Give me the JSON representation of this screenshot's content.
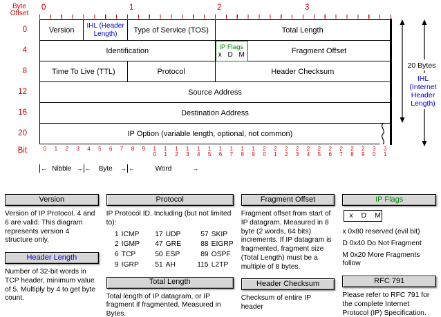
{
  "diagram": {
    "byte_offset_label": "Byte Offset",
    "top_byte_numbers": [
      "0",
      "1",
      "2",
      "3"
    ],
    "row_offsets": [
      "0",
      "4",
      "8",
      "12",
      "16",
      "20"
    ],
    "fields": {
      "version": "Version",
      "ihl": "IHL (Header Length)",
      "tos": "Type of Service (TOS)",
      "total_length": "Total Length",
      "identification": "Identification",
      "ip_flags": "IP Flags",
      "ip_flags_bits": "x D M",
      "fragment_offset": "Fragment Offset",
      "ttl": "Time To Live (TTL)",
      "protocol": "Protocol",
      "header_checksum": "Header Checksum",
      "source_address": "Source Address",
      "destination_address": "Destination Address",
      "ip_option": "IP Option (variable length, optional, not common)"
    },
    "bit_label": "Bit",
    "bit_numbers": [
      "0",
      "1",
      "2",
      "3",
      "4",
      "5",
      "6",
      "7",
      "8",
      "9",
      "10",
      "11",
      "12",
      "13",
      "14",
      "15",
      "16",
      "17",
      "18",
      "19",
      "20",
      "21",
      "22",
      "23",
      "24",
      "25",
      "26",
      "27",
      "28",
      "29",
      "30",
      "31"
    ],
    "scale_labels": {
      "nibble": "Nibble",
      "byte": "Byte",
      "word": "Word"
    },
    "right_annotations": {
      "bytes_label": "20 Bytes",
      "ihl_lines": [
        "IHL",
        "(Internet",
        "Header",
        "Length)"
      ]
    }
  },
  "info_boxes": {
    "version": {
      "title": "Version",
      "text": "Version of IP Protocol.  4 and 6 are valid.  This diagram represents version 4 structure only."
    },
    "header_length": {
      "title": "Header Length",
      "text": "Number of 32-bit words in TCP header, minimum value of 5.  Multiply by 4 to get byte count."
    },
    "protocol": {
      "title": "Protocol",
      "intro": "IP Protocol ID.  Including (but not limited to):",
      "table": [
        [
          "1",
          "ICMP",
          "17",
          "UDP",
          "57",
          "SKIP"
        ],
        [
          "2",
          "IGMP",
          "47",
          "GRE",
          "88",
          "EIGRP"
        ],
        [
          "6",
          "TCP",
          "50",
          "ESP",
          "89",
          "OSPF"
        ],
        [
          "9",
          "IGRP",
          "51",
          "AH",
          "115",
          "L2TP"
        ]
      ]
    },
    "total_length": {
      "title": "Total Length",
      "text": "Total length of IP datagram, or IP fragment if fragmented.  Measured in Bytes."
    },
    "fragment_offset": {
      "title": "Fragment Offset",
      "text": "Fragment offset from start of IP datagram.  Measured in 8 byte (2 words, 64 bits) increments.  If IP datagram is fragmented, fragment size (Total Length) must be a multiple of 8 bytes."
    },
    "header_checksum": {
      "title": "Header Checksum",
      "text": "Checksum of entire IP header"
    },
    "ip_flags": {
      "title": "IP Flags",
      "bits_box": "x D M",
      "lines": [
        "x  0x80 reserved (evil bit)",
        "D  0x40 Do Not Fragment",
        "M  0x20 More Fragments follow"
      ]
    },
    "rfc": {
      "title": "RFC 791",
      "text": "Please refer to RFC 791 for the complete Internet Protocol (IP) Specification."
    }
  },
  "colors": {
    "red": "#cc0000",
    "blue": "#0000cc",
    "green": "#008800"
  }
}
